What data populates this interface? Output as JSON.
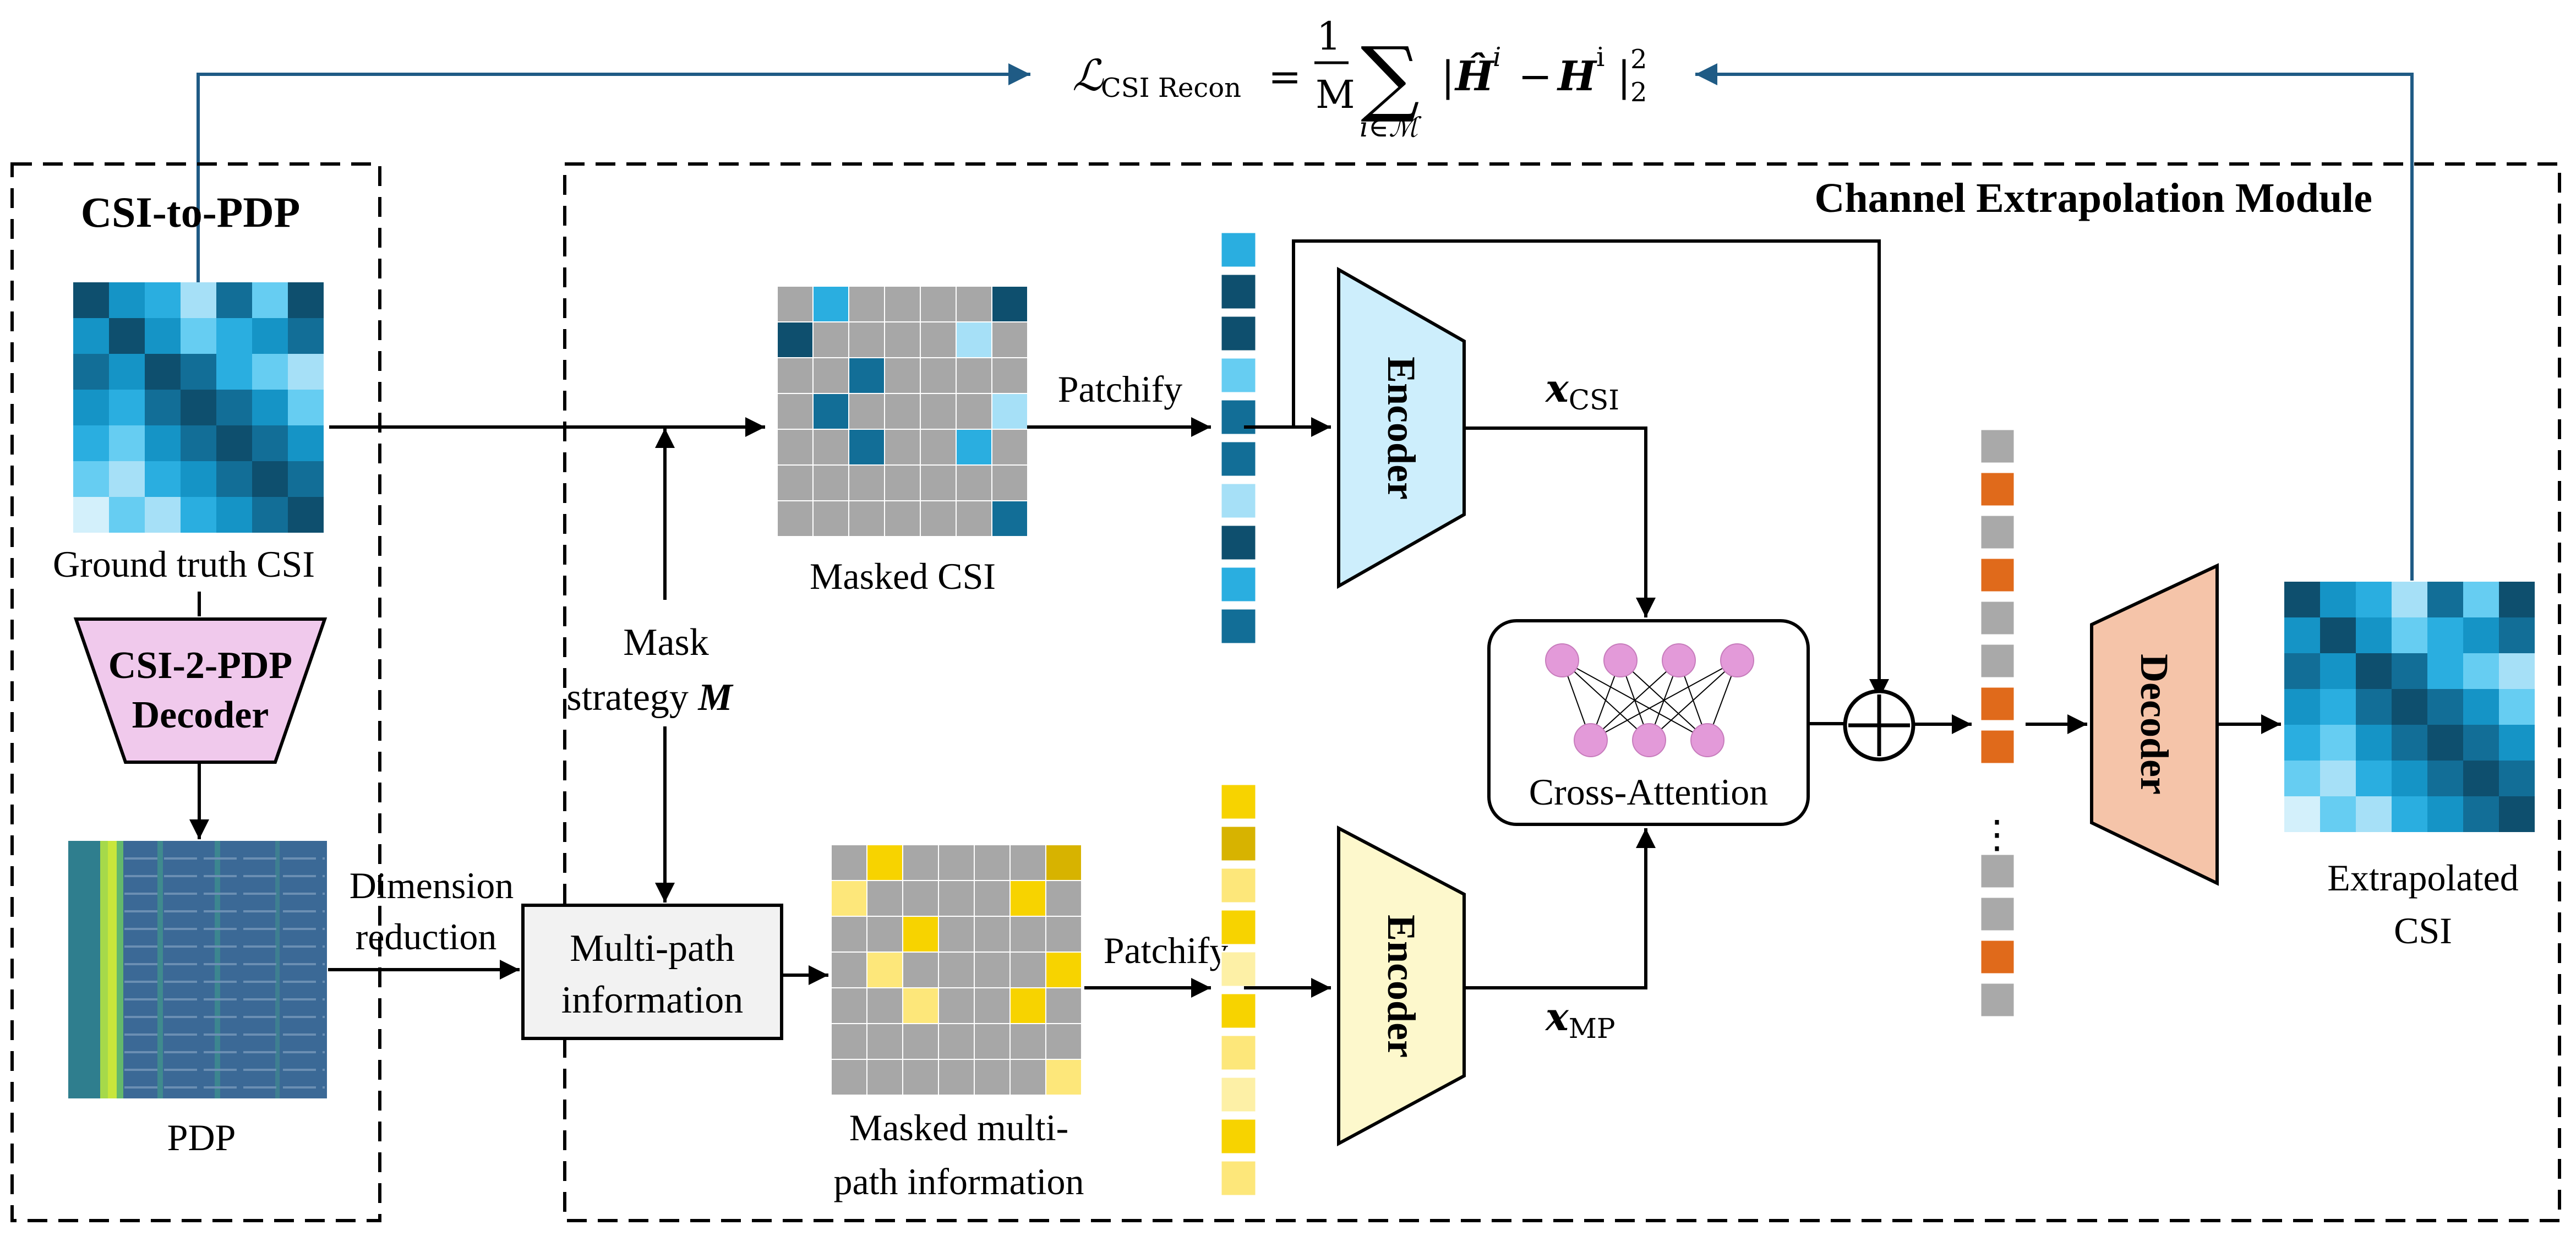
{
  "formula": {
    "lhs_symbol": "ℒ",
    "lhs_subscript": "CSI Recon",
    "equals": "=",
    "frac_num": "1",
    "frac_den": "M",
    "sigma": "∑",
    "sum_sub": "i∈ℳ",
    "body_open": "|",
    "h_hat": "Ĥ",
    "h_hat_sup": "i",
    "minus": "−",
    "h": "H",
    "h_sup": "i",
    "body_close": "|",
    "norm_sub": "2",
    "norm_sup": "2"
  },
  "left_panel": {
    "title": "CSI-to-PDP",
    "gt_csi_label": "Ground truth CSI",
    "decoder_line1": "CSI-2-PDP",
    "decoder_line2": "Decoder",
    "pdp_label": "PDP",
    "dim_line1": "Dimension",
    "dim_line2": "reduction"
  },
  "module": {
    "title": "Channel Extrapolation Module",
    "masked_csi_label": "Masked CSI",
    "patchify_top": "Patchify",
    "patchify_bottom": "Patchify",
    "mask_line1": "Mask",
    "mask_line2": "strategy ",
    "mask_symbol": "M",
    "multipath_line1": "Multi-path",
    "multipath_line2": "information",
    "masked_mp_line1": "Masked multi-",
    "masked_mp_line2": "path information",
    "encoder_top": "Encoder",
    "encoder_bottom": "Encoder",
    "x_symbol": "x",
    "x_csi_sub": "CSI",
    "x_mp_sub": "MP",
    "cross_attention": "Cross-Attention",
    "decoder": "Decoder",
    "dots": "⋮",
    "extrap_line1": "Extrapolated",
    "extrap_line2": "CSI"
  },
  "colors": {
    "arrow": "#000000",
    "feedback_arrow": "#1f5b85",
    "csi_palette": [
      "#0e4f6e",
      "#126e97",
      "#1594c6",
      "#2aaee0",
      "#66cdf2",
      "#a6e0f7",
      "#d3f0fb"
    ],
    "mask_gray": "#a7a7a7",
    "mp_palette": [
      "#d7b300",
      "#f7d300",
      "#fde77a",
      "#fdf0a6"
    ],
    "encoder_top_fill": "#cdeefc",
    "encoder_bottom_fill": "#fdf8cc",
    "decoder_fill": "#f5c4a9",
    "pdp_decoder_fill": "#f0c9ec",
    "attention_node": "#e39ad9",
    "token_orange": "#e06a1b",
    "token_gray": "#a9a9a9"
  },
  "matrices": {
    "gt_csi": [
      [
        0,
        2,
        3,
        5,
        1,
        4,
        0
      ],
      [
        2,
        0,
        2,
        4,
        3,
        2,
        1
      ],
      [
        1,
        2,
        0,
        1,
        3,
        4,
        5
      ],
      [
        2,
        3,
        1,
        0,
        1,
        2,
        4
      ],
      [
        3,
        4,
        2,
        1,
        0,
        1,
        2
      ],
      [
        4,
        5,
        3,
        2,
        1,
        0,
        1
      ],
      [
        6,
        4,
        5,
        3,
        2,
        1,
        0
      ]
    ],
    "masked_csi": [
      [
        -1,
        3,
        -1,
        -1,
        -1,
        -1,
        0
      ],
      [
        0,
        -1,
        -1,
        -1,
        -1,
        5,
        -1
      ],
      [
        -1,
        -1,
        1,
        -1,
        -1,
        -1,
        -1
      ],
      [
        -1,
        1,
        -1,
        -1,
        -1,
        -1,
        5
      ],
      [
        -1,
        -1,
        1,
        -1,
        -1,
        3,
        -1
      ],
      [
        -1,
        -1,
        -1,
        -1,
        -1,
        -1,
        -1
      ],
      [
        -1,
        -1,
        -1,
        -1,
        -1,
        -1,
        1
      ]
    ],
    "masked_mp": [
      [
        -1,
        1,
        -1,
        -1,
        -1,
        -1,
        0
      ],
      [
        2,
        -1,
        -1,
        -1,
        -1,
        1,
        -1
      ],
      [
        -1,
        -1,
        1,
        -1,
        -1,
        -1,
        -1
      ],
      [
        -1,
        2,
        -1,
        -1,
        -1,
        -1,
        1
      ],
      [
        -1,
        -1,
        2,
        -1,
        -1,
        1,
        -1
      ],
      [
        -1,
        -1,
        -1,
        -1,
        -1,
        -1,
        -1
      ],
      [
        -1,
        -1,
        -1,
        -1,
        -1,
        -1,
        2
      ]
    ],
    "extrap_csi": [
      [
        0,
        2,
        3,
        5,
        1,
        4,
        0
      ],
      [
        2,
        0,
        2,
        4,
        3,
        2,
        1
      ],
      [
        1,
        2,
        0,
        1,
        3,
        4,
        5
      ],
      [
        2,
        3,
        1,
        0,
        1,
        2,
        4
      ],
      [
        3,
        4,
        2,
        1,
        0,
        1,
        2
      ],
      [
        4,
        5,
        3,
        2,
        1,
        0,
        1
      ],
      [
        6,
        4,
        5,
        3,
        2,
        1,
        0
      ]
    ],
    "csi_tokens": [
      3,
      0,
      0,
      4,
      1,
      1,
      5,
      0,
      3,
      1
    ],
    "mp_tokens": [
      1,
      0,
      2,
      1,
      3,
      1,
      2,
      3,
      1,
      2
    ],
    "merged_tokens": [
      "g",
      "o",
      "g",
      "o",
      "g",
      "g",
      "o",
      "o",
      "g",
      "g",
      "o",
      "g"
    ]
  }
}
